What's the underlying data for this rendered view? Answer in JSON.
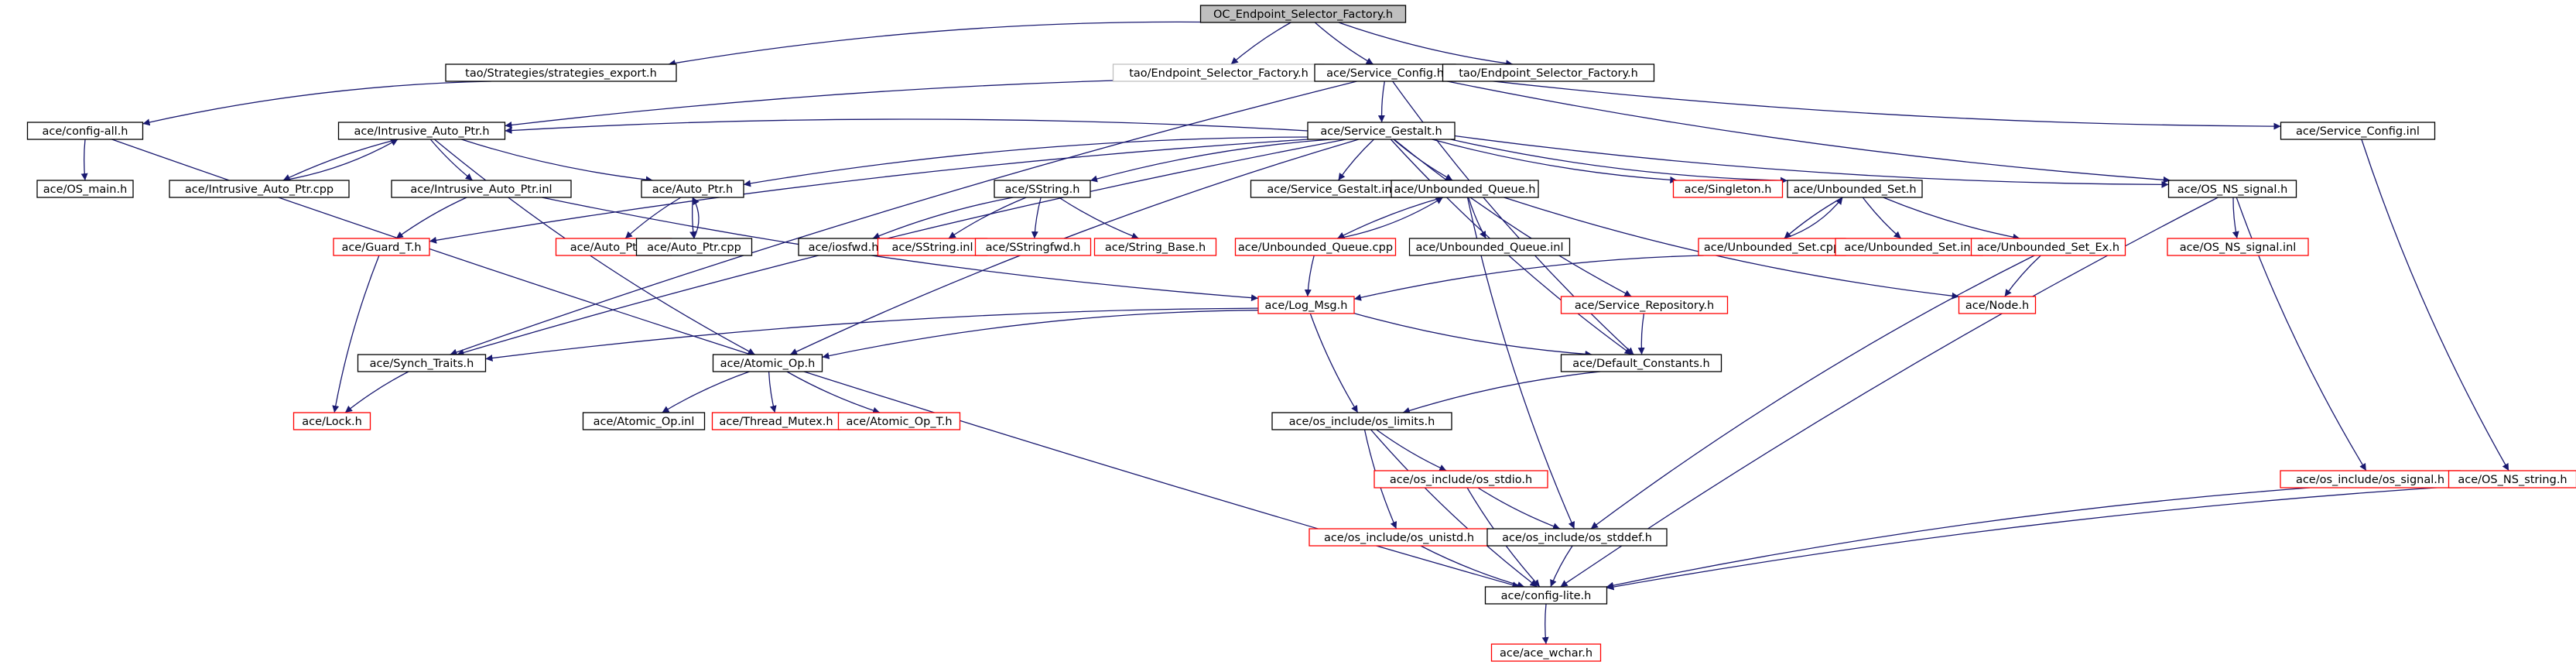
{
  "colors": {
    "edge": "#191970",
    "normal_border": "#000000",
    "missing_border": "#ff0000",
    "undocumented_border": "#bfbfbf",
    "root_fill": "#bfbfbf",
    "fill": "#ffffff",
    "text": "#000000"
  },
  "nodes": [
    {
      "id": "root",
      "label": "OC_Endpoint_Selector_Factory.h",
      "kind": "root"
    },
    {
      "id": "strat",
      "label": "tao/Strategies/strategies_export.h",
      "kind": "normal"
    },
    {
      "id": "taoESF",
      "label": "tao/Endpoint_Selector_Factory.h",
      "kind": "undocumented"
    },
    {
      "id": "svcConfig",
      "label": "ace/Service_Config.h",
      "kind": "normal"
    },
    {
      "id": "taoESF2",
      "label": "tao/Endpoint_Selector_Factory.h",
      "kind": "normal"
    },
    {
      "id": "configAll",
      "label": "ace/config-all.h",
      "kind": "normal"
    },
    {
      "id": "intrusive",
      "label": "ace/Intrusive_Auto_Ptr.h",
      "kind": "normal"
    },
    {
      "id": "gestalt",
      "label": "ace/Service_Gestalt.h",
      "kind": "normal"
    },
    {
      "id": "svcConfigInl",
      "label": "ace/Service_Config.inl",
      "kind": "normal"
    },
    {
      "id": "osMain",
      "label": "ace/OS_main.h",
      "kind": "normal"
    },
    {
      "id": "intrusiveCpp",
      "label": "ace/Intrusive_Auto_Ptr.cpp",
      "kind": "normal"
    },
    {
      "id": "intrusiveInl",
      "label": "ace/Intrusive_Auto_Ptr.inl",
      "kind": "normal"
    },
    {
      "id": "autoPtr",
      "label": "ace/Auto_Ptr.h",
      "kind": "normal"
    },
    {
      "id": "sstring",
      "label": "ace/SString.h",
      "kind": "normal"
    },
    {
      "id": "gestaltInl",
      "label": "ace/Service_Gestalt.inl",
      "kind": "normal"
    },
    {
      "id": "ubq",
      "label": "ace/Unbounded_Queue.h",
      "kind": "normal"
    },
    {
      "id": "singleton",
      "label": "ace/Singleton.h",
      "kind": "missing"
    },
    {
      "id": "ubs",
      "label": "ace/Unbounded_Set.h",
      "kind": "normal"
    },
    {
      "id": "osns",
      "label": "ace/OS_NS_signal.h",
      "kind": "normal"
    },
    {
      "id": "guard",
      "label": "ace/Guard_T.h",
      "kind": "missing"
    },
    {
      "id": "autoPtrInl",
      "label": "ace/Auto_Ptr.inl",
      "kind": "missing"
    },
    {
      "id": "autoPtrCpp",
      "label": "ace/Auto_Ptr.cpp",
      "kind": "normal"
    },
    {
      "id": "iosfwd",
      "label": "ace/iosfwd.h",
      "kind": "normal"
    },
    {
      "id": "sstringInl",
      "label": "ace/SString.inl",
      "kind": "missing"
    },
    {
      "id": "sstringfwd",
      "label": "ace/SStringfwd.h",
      "kind": "missing"
    },
    {
      "id": "stringBase",
      "label": "ace/String_Base.h",
      "kind": "missing"
    },
    {
      "id": "ubqCpp",
      "label": "ace/Unbounded_Queue.cpp",
      "kind": "missing"
    },
    {
      "id": "ubqInl",
      "label": "ace/Unbounded_Queue.inl",
      "kind": "normal"
    },
    {
      "id": "ubsCpp",
      "label": "ace/Unbounded_Set.cpp",
      "kind": "missing"
    },
    {
      "id": "ubsInl",
      "label": "ace/Unbounded_Set.inl",
      "kind": "missing"
    },
    {
      "id": "ubsEx",
      "label": "ace/Unbounded_Set_Ex.h",
      "kind": "missing"
    },
    {
      "id": "osnsInl",
      "label": "ace/OS_NS_signal.inl",
      "kind": "missing"
    },
    {
      "id": "logMsg",
      "label": "ace/Log_Msg.h",
      "kind": "missing"
    },
    {
      "id": "svcRepo",
      "label": "ace/Service_Repository.h",
      "kind": "missing"
    },
    {
      "id": "node",
      "label": "ace/Node.h",
      "kind": "missing"
    },
    {
      "id": "synch",
      "label": "ace/Synch_Traits.h",
      "kind": "normal"
    },
    {
      "id": "atomic",
      "label": "ace/Atomic_Op.h",
      "kind": "normal"
    },
    {
      "id": "defConst",
      "label": "ace/Default_Constants.h",
      "kind": "normal"
    },
    {
      "id": "lock",
      "label": "ace/Lock.h",
      "kind": "missing"
    },
    {
      "id": "atomicInl",
      "label": "ace/Atomic_Op.inl",
      "kind": "normal"
    },
    {
      "id": "threadMutex",
      "label": "ace/Thread_Mutex.h",
      "kind": "missing"
    },
    {
      "id": "atomicT",
      "label": "ace/Atomic_Op_T.h",
      "kind": "missing"
    },
    {
      "id": "osLimits",
      "label": "ace/os_include/os_limits.h",
      "kind": "normal"
    },
    {
      "id": "osStdio",
      "label": "ace/os_include/os_stdio.h",
      "kind": "missing"
    },
    {
      "id": "osSignal",
      "label": "ace/os_include/os_signal.h",
      "kind": "missing"
    },
    {
      "id": "osnsString",
      "label": "ace/OS_NS_string.h",
      "kind": "missing"
    },
    {
      "id": "osUnistd",
      "label": "ace/os_include/os_unistd.h",
      "kind": "missing"
    },
    {
      "id": "osStddef",
      "label": "ace/os_include/os_stddef.h",
      "kind": "normal"
    },
    {
      "id": "configLite",
      "label": "ace/config-lite.h",
      "kind": "normal"
    },
    {
      "id": "aceWchar",
      "label": "ace/ace_wchar.h",
      "kind": "missing"
    }
  ],
  "edges": [
    [
      "root",
      "strat"
    ],
    [
      "root",
      "taoESF"
    ],
    [
      "root",
      "svcConfig"
    ],
    [
      "root",
      "taoESF2"
    ],
    [
      "strat",
      "configAll"
    ],
    [
      "configAll",
      "osMain"
    ],
    [
      "configAll",
      "configLite"
    ],
    [
      "svcConfig",
      "gestalt"
    ],
    [
      "svcConfig",
      "svcConfigInl"
    ],
    [
      "svcConfig",
      "intrusive"
    ],
    [
      "svcConfig",
      "synch"
    ],
    [
      "svcConfig",
      "defConst"
    ],
    [
      "svcConfig",
      "osns"
    ],
    [
      "svcConfigInl",
      "osnsString"
    ],
    [
      "intrusive",
      "intrusiveCpp"
    ],
    [
      "intrusiveCpp",
      "intrusive"
    ],
    [
      "intrusive",
      "intrusiveInl"
    ],
    [
      "intrusive",
      "autoPtr"
    ],
    [
      "intrusive",
      "atomic"
    ],
    [
      "intrusiveInl",
      "guard"
    ],
    [
      "intrusiveInl",
      "logMsg"
    ],
    [
      "gestalt",
      "intrusive"
    ],
    [
      "gestalt",
      "autoPtr"
    ],
    [
      "gestalt",
      "sstring"
    ],
    [
      "gestalt",
      "gestaltInl"
    ],
    [
      "gestalt",
      "ubq"
    ],
    [
      "gestalt",
      "singleton"
    ],
    [
      "gestalt",
      "ubs"
    ],
    [
      "gestalt",
      "osns"
    ],
    [
      "gestalt",
      "guard"
    ],
    [
      "gestalt",
      "synch"
    ],
    [
      "gestalt",
      "atomic"
    ],
    [
      "gestalt",
      "svcRepo"
    ],
    [
      "gestalt",
      "defConst"
    ],
    [
      "autoPtr",
      "autoPtrInl"
    ],
    [
      "autoPtr",
      "autoPtrCpp"
    ],
    [
      "autoPtrCpp",
      "autoPtr"
    ],
    [
      "sstring",
      "iosfwd"
    ],
    [
      "sstring",
      "sstringInl"
    ],
    [
      "sstring",
      "sstringfwd"
    ],
    [
      "sstring",
      "stringBase"
    ],
    [
      "ubq",
      "ubqCpp"
    ],
    [
      "ubqCpp",
      "ubq"
    ],
    [
      "ubq",
      "ubqInl"
    ],
    [
      "ubq",
      "node"
    ],
    [
      "ubq",
      "osStddef"
    ],
    [
      "ubqCpp",
      "logMsg"
    ],
    [
      "ubs",
      "ubsCpp"
    ],
    [
      "ubsCpp",
      "ubs"
    ],
    [
      "ubs",
      "ubsInl"
    ],
    [
      "ubs",
      "ubsEx"
    ],
    [
      "ubsCpp",
      "logMsg"
    ],
    [
      "ubsEx",
      "node"
    ],
    [
      "ubsEx",
      "osStddef"
    ],
    [
      "osns",
      "osnsInl"
    ],
    [
      "osns",
      "osSignal"
    ],
    [
      "osns",
      "configLite"
    ],
    [
      "guard",
      "lock"
    ],
    [
      "synch",
      "lock"
    ],
    [
      "logMsg",
      "synch"
    ],
    [
      "logMsg",
      "atomic"
    ],
    [
      "logMsg",
      "defConst"
    ],
    [
      "logMsg",
      "osLimits"
    ],
    [
      "svcRepo",
      "defConst"
    ],
    [
      "atomic",
      "atomicInl"
    ],
    [
      "atomic",
      "threadMutex"
    ],
    [
      "atomic",
      "atomicT"
    ],
    [
      "defConst",
      "osLimits"
    ],
    [
      "osLimits",
      "osStdio"
    ],
    [
      "osLimits",
      "osUnistd"
    ],
    [
      "osLimits",
      "configLite"
    ],
    [
      "osStdio",
      "osStddef"
    ],
    [
      "osStdio",
      "configLite"
    ],
    [
      "osUnistd",
      "configLite"
    ],
    [
      "osStddef",
      "configLite"
    ],
    [
      "osSignal",
      "configLite"
    ],
    [
      "osnsString",
      "configLite"
    ],
    [
      "configLite",
      "aceWchar"
    ]
  ]
}
